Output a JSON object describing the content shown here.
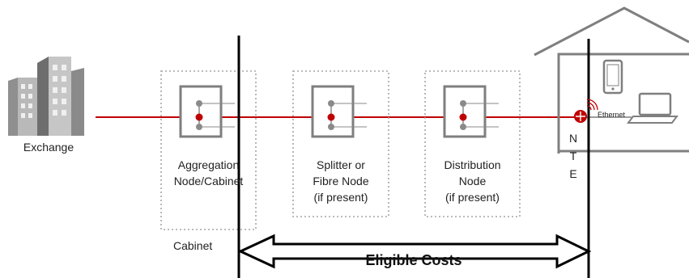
{
  "exchange": {
    "label": "Exchange"
  },
  "nodes": [
    {
      "lines": [
        "Aggregation",
        "Node/Cabinet"
      ]
    },
    {
      "lines": [
        "Splitter or",
        "Fibre Node",
        "(if present)"
      ]
    },
    {
      "lines": [
        "Distribution",
        "Node",
        "(if present)"
      ]
    }
  ],
  "cabinet_label": "Cabinet",
  "nte": {
    "letters": [
      "N",
      "T",
      "E"
    ]
  },
  "ethernet_label": "Ethernet",
  "eligible_costs": "Eligible Costs",
  "colors": {
    "fibre": "#c00000",
    "outline": "#7f7f7f",
    "dotted": "#a6a6a6",
    "divider": "#000000"
  },
  "icons": [
    "office-buildings-icon",
    "splitter-node-icon",
    "house-icon",
    "mobile-phone-icon",
    "laptop-icon",
    "nte-port-icon",
    "wifi-signal-icon"
  ]
}
